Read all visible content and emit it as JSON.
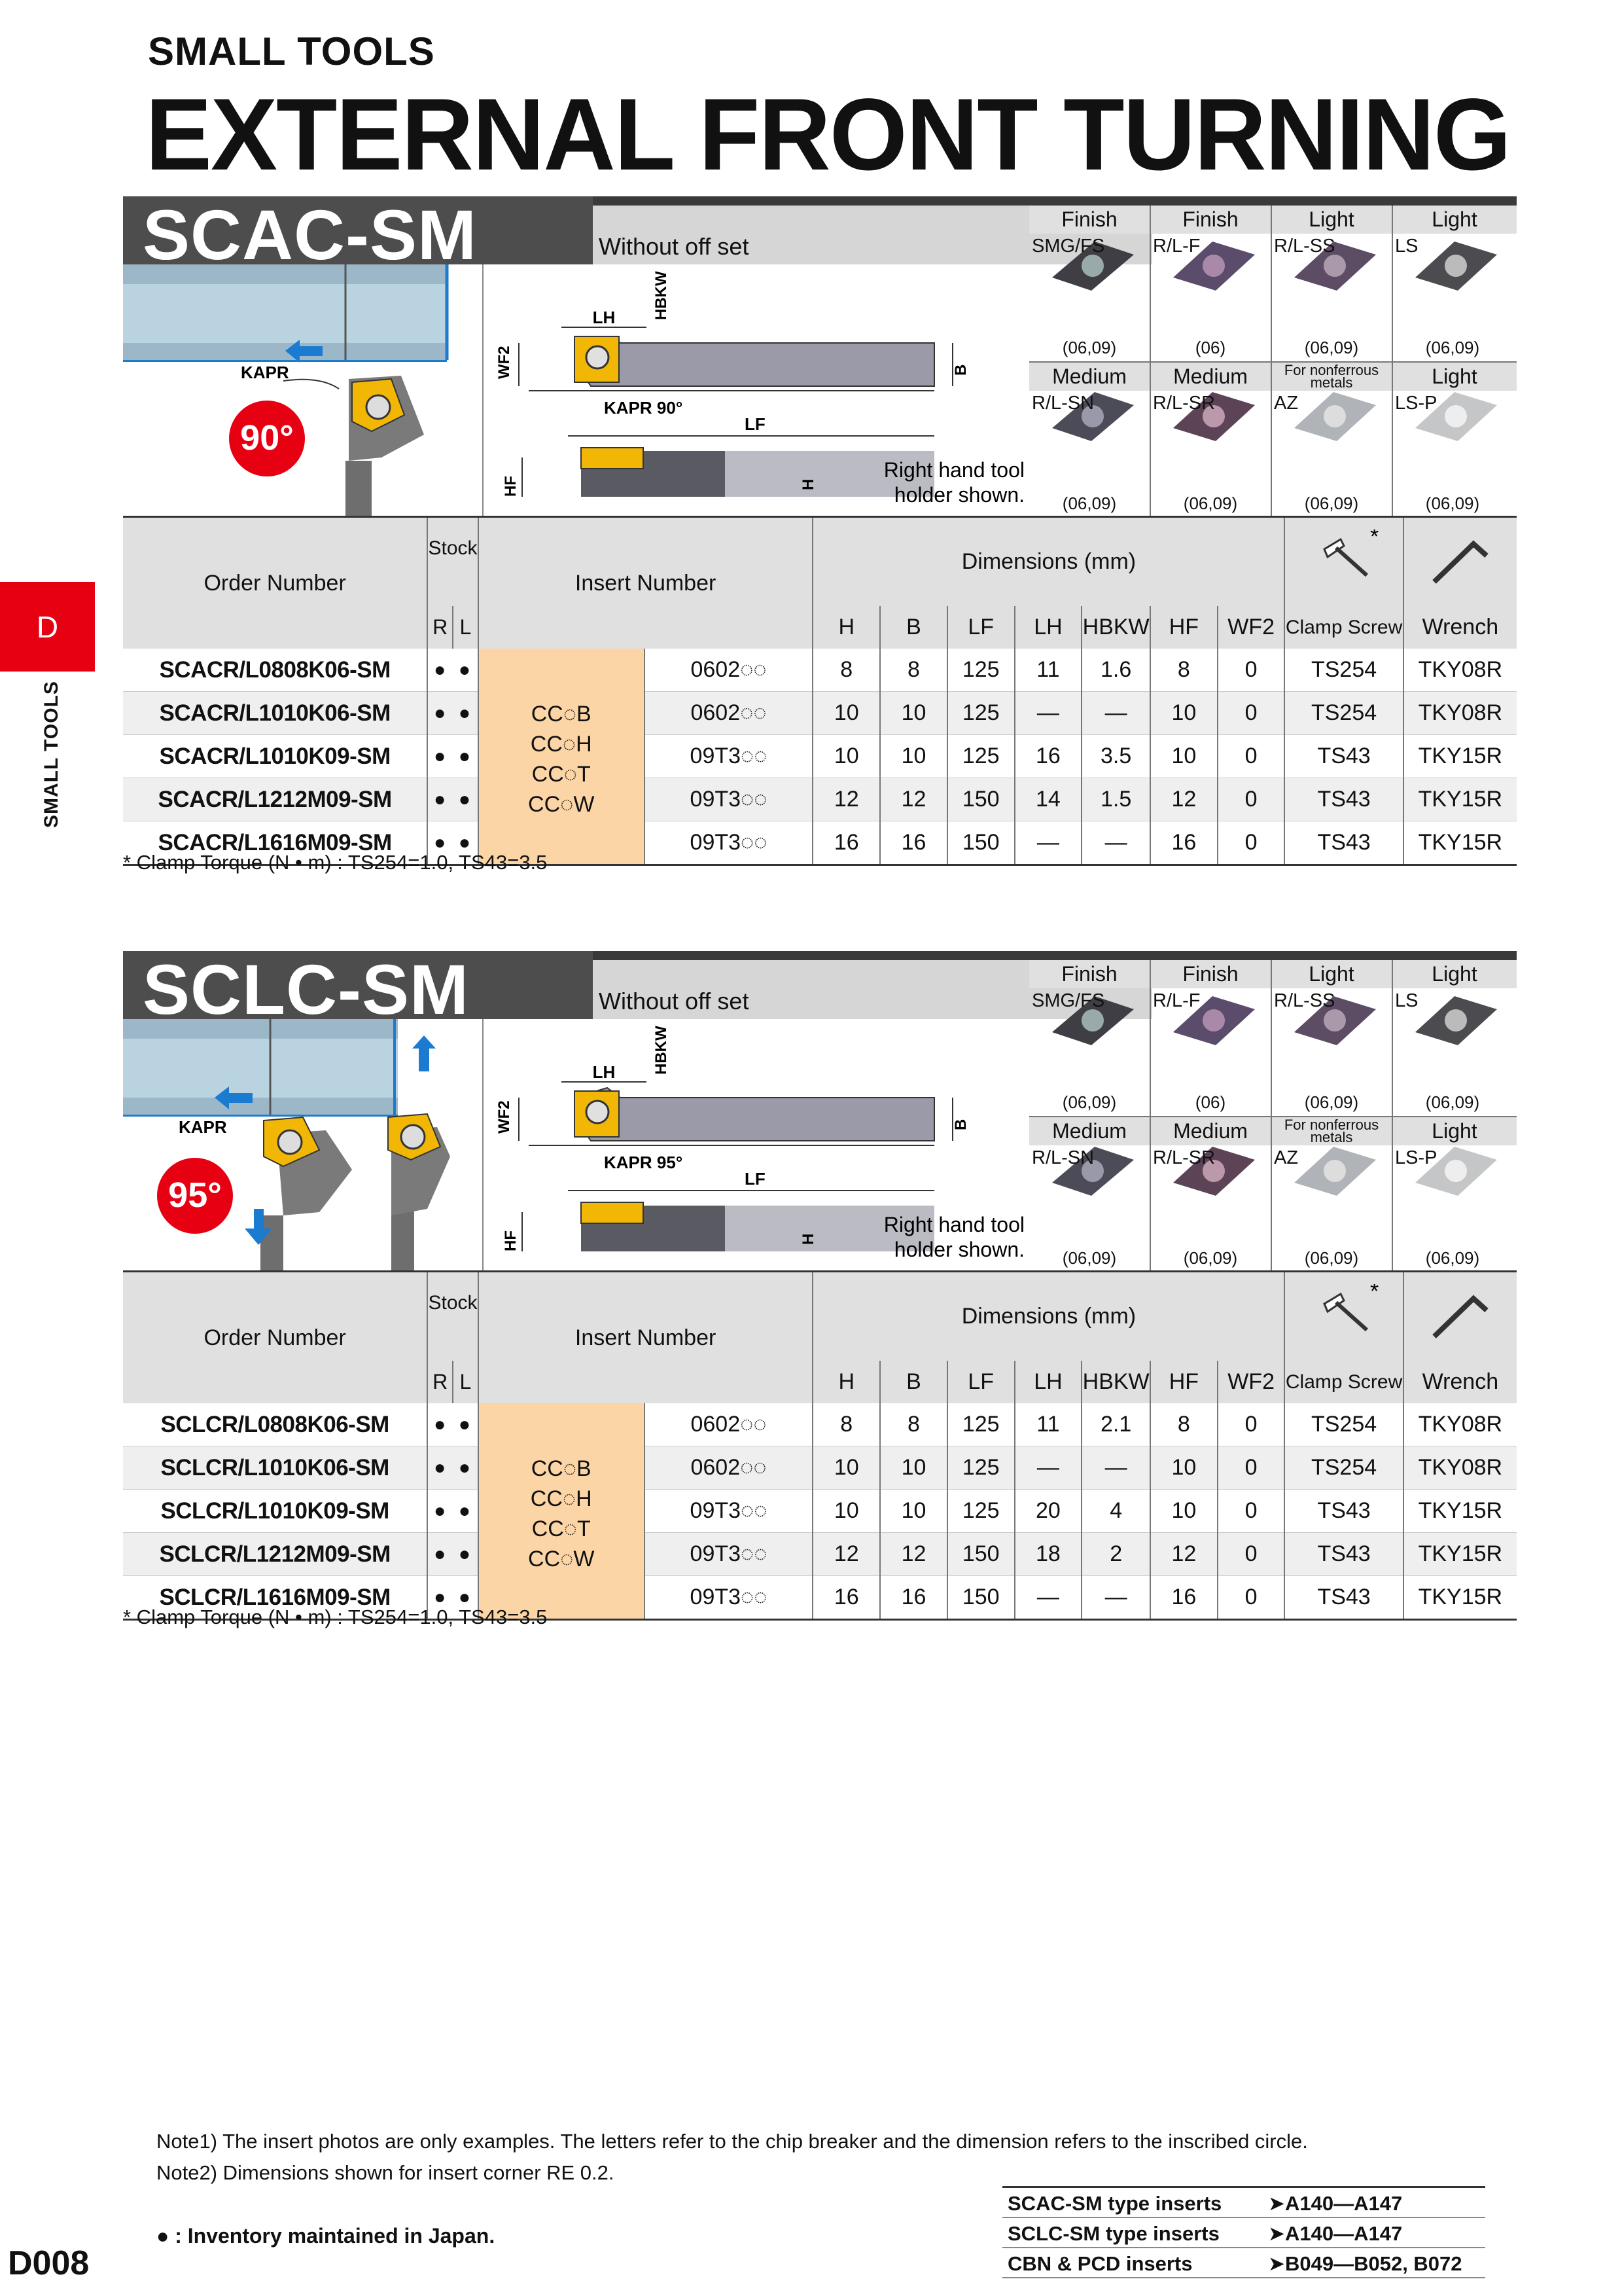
{
  "header": {
    "category": "SMALL TOOLS",
    "title": "EXTERNAL FRONT TURNING"
  },
  "side_tab": {
    "letter": "D",
    "label": "SMALL TOOLS"
  },
  "page_number": "D008",
  "sections": [
    {
      "title": "SCAC-SM",
      "offset_label": "Without off set",
      "kapr_label": "KAPR",
      "angle": "90°",
      "kapr_angle_label": "KAPR 90°",
      "dim_labels": {
        "lh": "LH",
        "hbkw": "HBKW",
        "wf2": "WF2",
        "b": "B",
        "lf": "LF",
        "hf": "HF",
        "h": "H"
      },
      "holder_note": [
        "Right hand tool",
        "holder shown."
      ],
      "inserts_top": [
        {
          "head": "Finish",
          "type": "SMG/FS",
          "dim": "(06,09)"
        },
        {
          "head": "Finish",
          "type": "R/L-F",
          "dim": "(06)"
        },
        {
          "head": "Light",
          "type": "R/L-SS",
          "dim": "(06,09)"
        },
        {
          "head": "Light",
          "type": "LS",
          "dim": "(06,09)"
        }
      ],
      "inserts_bottom": [
        {
          "head": "Medium",
          "type": "R/L-SN",
          "dim": "(06,09)"
        },
        {
          "head": "Medium",
          "type": "R/L-SR",
          "dim": "(06,09)"
        },
        {
          "head": "For nonferrous metals",
          "type": "AZ",
          "dim": "(06,09)"
        },
        {
          "head": "Light",
          "type": "LS-P",
          "dim": "(06,09)"
        }
      ],
      "table": {
        "order_number": "Order Number",
        "stock": "Stock",
        "r": "R",
        "l": "L",
        "insert_number": "Insert Number",
        "dimensions": "Dimensions (mm)",
        "cols": [
          "H",
          "B",
          "LF",
          "LH",
          "HBKW",
          "HF",
          "WF2",
          "Clamp Screw",
          "Wrench"
        ],
        "asterisk": "*",
        "insert_types": [
          "CC◌B",
          "CC◌H",
          "CC◌T",
          "CC◌W"
        ],
        "rows": [
          [
            "SCACR/L0808K06-SM",
            "●",
            "●",
            "0602◌◌",
            "8",
            "8",
            "125",
            "11",
            "1.6",
            "8",
            "0",
            "TS254",
            "TKY08R"
          ],
          [
            "SCACR/L1010K06-SM",
            "●",
            "●",
            "0602◌◌",
            "10",
            "10",
            "125",
            "—",
            "—",
            "10",
            "0",
            "TS254",
            "TKY08R"
          ],
          [
            "SCACR/L1010K09-SM",
            "●",
            "●",
            "09T3◌◌",
            "10",
            "10",
            "125",
            "16",
            "3.5",
            "10",
            "0",
            "TS43",
            "TKY15R"
          ],
          [
            "SCACR/L1212M09-SM",
            "●",
            "●",
            "09T3◌◌",
            "12",
            "12",
            "150",
            "14",
            "1.5",
            "12",
            "0",
            "TS43",
            "TKY15R"
          ],
          [
            "SCACR/L1616M09-SM",
            "●",
            "●",
            "09T3◌◌",
            "16",
            "16",
            "150",
            "—",
            "—",
            "16",
            "0",
            "TS43",
            "TKY15R"
          ]
        ]
      },
      "clamp_note": "* Clamp Torque (N • m) : TS254=1.0, TS43=3.5"
    },
    {
      "title": "SCLC-SM",
      "offset_label": "Without off set",
      "kapr_label": "KAPR",
      "angle": "95°",
      "kapr_angle_label": "KAPR 95°",
      "dim_labels": {
        "lh": "LH",
        "hbkw": "HBKW",
        "wf2": "WF2",
        "b": "B",
        "lf": "LF",
        "hf": "HF",
        "h": "H"
      },
      "holder_note": [
        "Right hand tool",
        "holder shown."
      ],
      "inserts_top": [
        {
          "head": "Finish",
          "type": "SMG/FS",
          "dim": "(06,09)"
        },
        {
          "head": "Finish",
          "type": "R/L-F",
          "dim": "(06)"
        },
        {
          "head": "Light",
          "type": "R/L-SS",
          "dim": "(06,09)"
        },
        {
          "head": "Light",
          "type": "LS",
          "dim": "(06,09)"
        }
      ],
      "inserts_bottom": [
        {
          "head": "Medium",
          "type": "R/L-SN",
          "dim": "(06,09)"
        },
        {
          "head": "Medium",
          "type": "R/L-SR",
          "dim": "(06,09)"
        },
        {
          "head": "For nonferrous metals",
          "type": "AZ",
          "dim": "(06,09)"
        },
        {
          "head": "Light",
          "type": "LS-P",
          "dim": "(06,09)"
        }
      ],
      "table": {
        "order_number": "Order Number",
        "stock": "Stock",
        "r": "R",
        "l": "L",
        "insert_number": "Insert Number",
        "dimensions": "Dimensions (mm)",
        "cols": [
          "H",
          "B",
          "LF",
          "LH",
          "HBKW",
          "HF",
          "WF2",
          "Clamp Screw",
          "Wrench"
        ],
        "asterisk": "*",
        "insert_types": [
          "CC◌B",
          "CC◌H",
          "CC◌T",
          "CC◌W"
        ],
        "rows": [
          [
            "SCLCR/L0808K06-SM",
            "●",
            "●",
            "0602◌◌",
            "8",
            "8",
            "125",
            "11",
            "2.1",
            "8",
            "0",
            "TS254",
            "TKY08R"
          ],
          [
            "SCLCR/L1010K06-SM",
            "●",
            "●",
            "0602◌◌",
            "10",
            "10",
            "125",
            "—",
            "—",
            "10",
            "0",
            "TS254",
            "TKY08R"
          ],
          [
            "SCLCR/L1010K09-SM",
            "●",
            "●",
            "09T3◌◌",
            "10",
            "10",
            "125",
            "20",
            "4",
            "10",
            "0",
            "TS43",
            "TKY15R"
          ],
          [
            "SCLCR/L1212M09-SM",
            "●",
            "●",
            "09T3◌◌",
            "12",
            "12",
            "150",
            "18",
            "2",
            "12",
            "0",
            "TS43",
            "TKY15R"
          ],
          [
            "SCLCR/L1616M09-SM",
            "●",
            "●",
            "09T3◌◌",
            "16",
            "16",
            "150",
            "—",
            "—",
            "16",
            "0",
            "TS43",
            "TKY15R"
          ]
        ]
      },
      "clamp_note": "* Clamp Torque (N • m) : TS254=1.0, TS43=3.5"
    }
  ],
  "notes": [
    "Note1) The insert photos are only examples. The letters refer to the chip breaker and the dimension refers to the inscribed circle.",
    "Note2) Dimensions shown for insert corner RE 0.2."
  ],
  "inventory_note": "● : Inventory maintained in Japan.",
  "references": [
    {
      "label": "SCAC-SM type inserts",
      "pages": "➤A140—A147"
    },
    {
      "label": "SCLC-SM type inserts",
      "pages": "➤A140—A147"
    },
    {
      "label": "CBN & PCD inserts",
      "pages": "➤B049—B052, B072"
    }
  ],
  "colors": {
    "accent_red": "#e60012",
    "insert_orange": "#fcd5a6",
    "title_dark": "#4d4d4d",
    "tool_blue": "#1a7bd0"
  }
}
